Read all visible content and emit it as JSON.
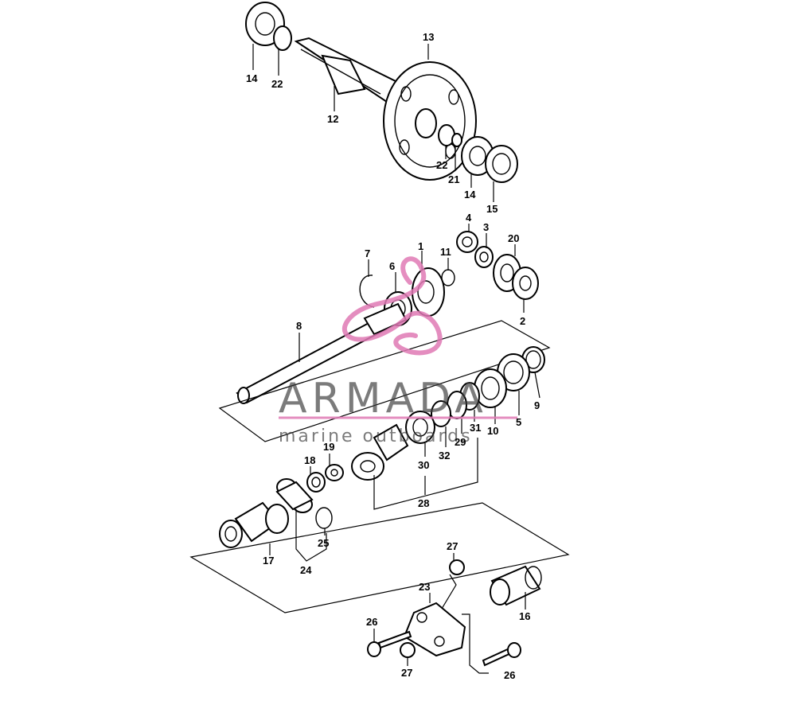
{
  "watermark": {
    "brand": "ARMADA",
    "tagline": "marine outboards",
    "accent_color": "#e07ab5"
  },
  "callouts": {
    "p1": "1",
    "p2": "2",
    "p3": "3",
    "p4": "4",
    "p5": "5",
    "p6": "6",
    "p7": "7",
    "p8": "8",
    "p9": "9",
    "p10": "10",
    "p11": "11",
    "p12": "12",
    "p13": "13",
    "p14a": "14",
    "p14b": "14",
    "p15": "15",
    "p16": "16",
    "p17": "17",
    "p18": "18",
    "p19": "19",
    "p20": "20",
    "p21": "21",
    "p22a": "22",
    "p22b": "22",
    "p23": "23",
    "p24": "24",
    "p25": "25",
    "p26a": "26",
    "p26b": "26",
    "p27a": "27",
    "p27b": "27",
    "p28": "28",
    "p29": "29",
    "p30": "30",
    "p31": "31",
    "p32": "32"
  }
}
